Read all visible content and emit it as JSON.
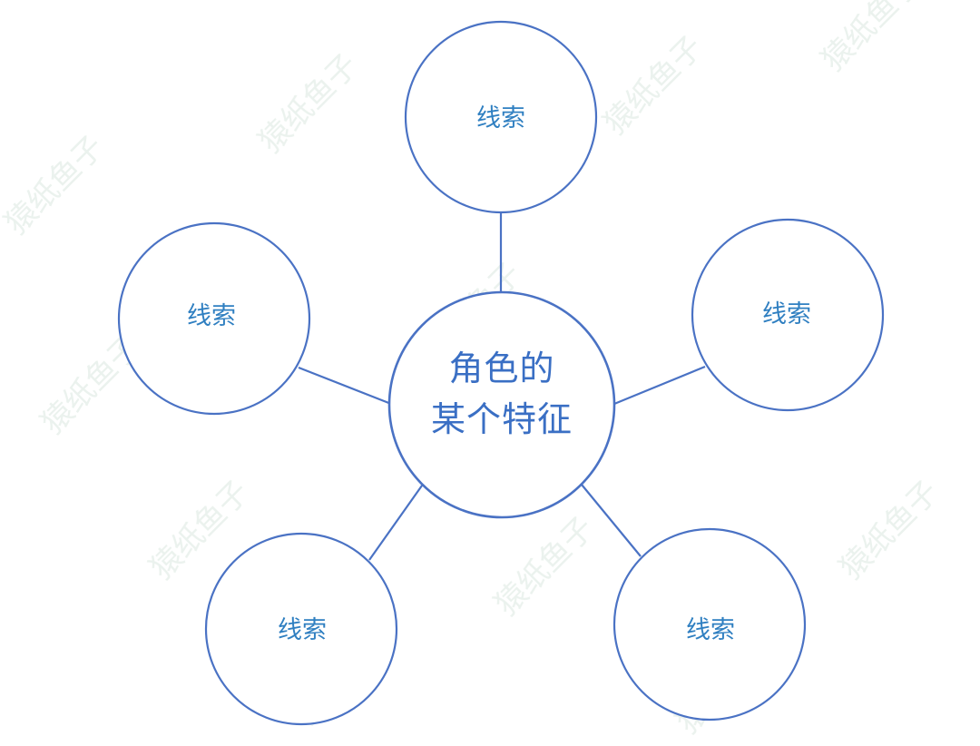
{
  "diagram": {
    "type": "radial-mind-map",
    "stroke_color": "#4a72c4",
    "label_color": "#2f7fc1",
    "center_label_color": "#3a6fc4",
    "center": {
      "label_line1": "角色的",
      "label_line2": "某个特征"
    },
    "nodes": [
      {
        "position": "top",
        "label": "线索"
      },
      {
        "position": "left",
        "label": "线索"
      },
      {
        "position": "right",
        "label": "线索"
      },
      {
        "position": "bottom-left",
        "label": "线索"
      },
      {
        "position": "bottom-right",
        "label": "线索"
      }
    ],
    "watermark": {
      "text": "猿纸鱼子"
    }
  }
}
